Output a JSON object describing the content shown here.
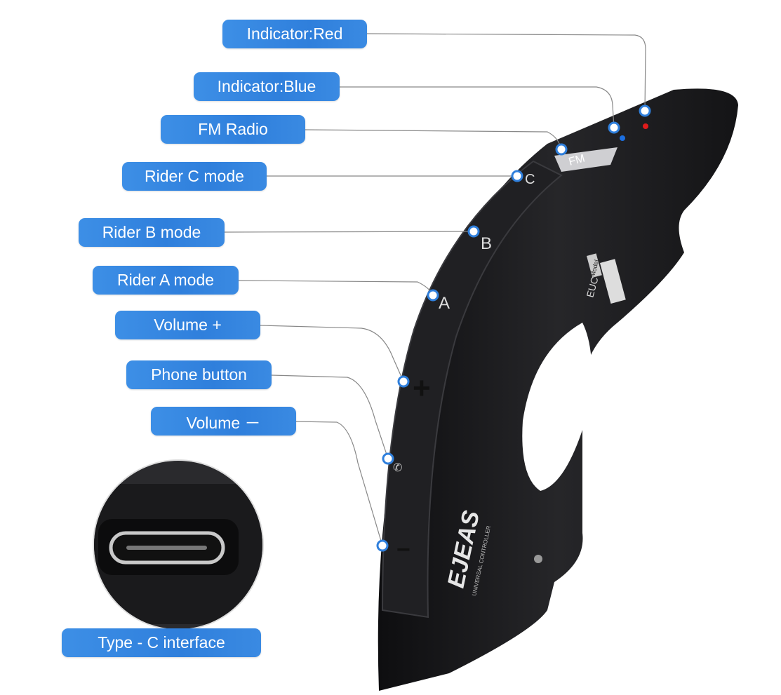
{
  "labels": {
    "indicator_red": "Indicator:Red",
    "indicator_blue": "Indicator:Blue",
    "fm_radio": "FM Radio",
    "rider_c": "Rider C mode",
    "rider_b": "Rider B mode",
    "rider_a": "Rider A mode",
    "volume_plus": "Volume +",
    "phone": "Phone button",
    "volume_minus": "Volume －",
    "type_c": "Type - C interface"
  },
  "device": {
    "brand": "EJEAS",
    "subtitle": "UNIVERSAL CONTROLLER",
    "model": "EUC",
    "model_label": "Model",
    "buttons": [
      "FM",
      "C",
      "B",
      "A",
      "+",
      "−"
    ]
  },
  "colors": {
    "label_bg": "#2f7fdc",
    "indicator_red": "#e01b1b",
    "indicator_blue": "#1c6fe0",
    "device": "#1b1b1d"
  }
}
